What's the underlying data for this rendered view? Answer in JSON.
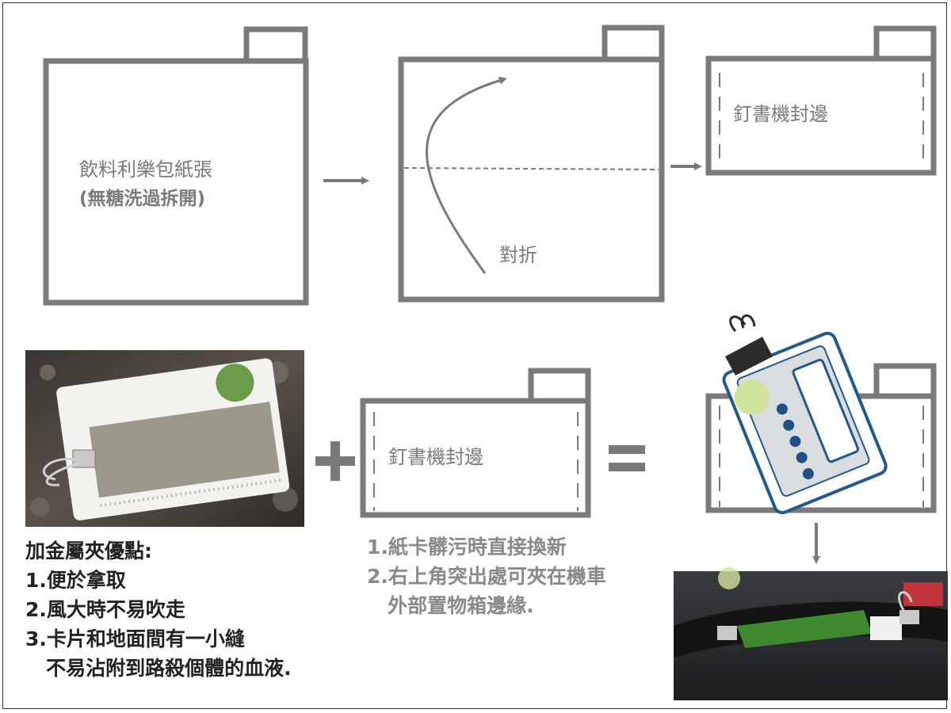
{
  "panels": {
    "paper": {
      "line1": "飲料利樂包紙張",
      "line2": "(無糖洗過拆開)"
    },
    "fold": {
      "label": "對折"
    },
    "staple_top": {
      "label": "釘書機封邊"
    },
    "staple_mid": {
      "label": "釘書機封邊"
    }
  },
  "operators": {
    "plus": "+",
    "equals": "="
  },
  "notes_left": {
    "title": "加金屬夾優點:",
    "items": [
      "1.便於拿取",
      "2.風大時不易吹走",
      "3.卡片和地面間有一小縫",
      "   不易沾附到路殺個體的血液."
    ]
  },
  "notes_mid": {
    "items": [
      "1.紙卡髒污時直接換新",
      "2.右上角突出處可夾在機車",
      "   外部置物箱邊緣."
    ]
  },
  "colors": {
    "outline": "#7a7a7a",
    "card_outline": "#1f5a8a",
    "card_dots": "#1f4f85",
    "card_fill": "#d9dde0",
    "highlight": "#cfe49a",
    "clip": "#2b2b2b"
  },
  "photos": {
    "left": "photo-card-on-road",
    "right": "photo-card-on-scooter"
  }
}
